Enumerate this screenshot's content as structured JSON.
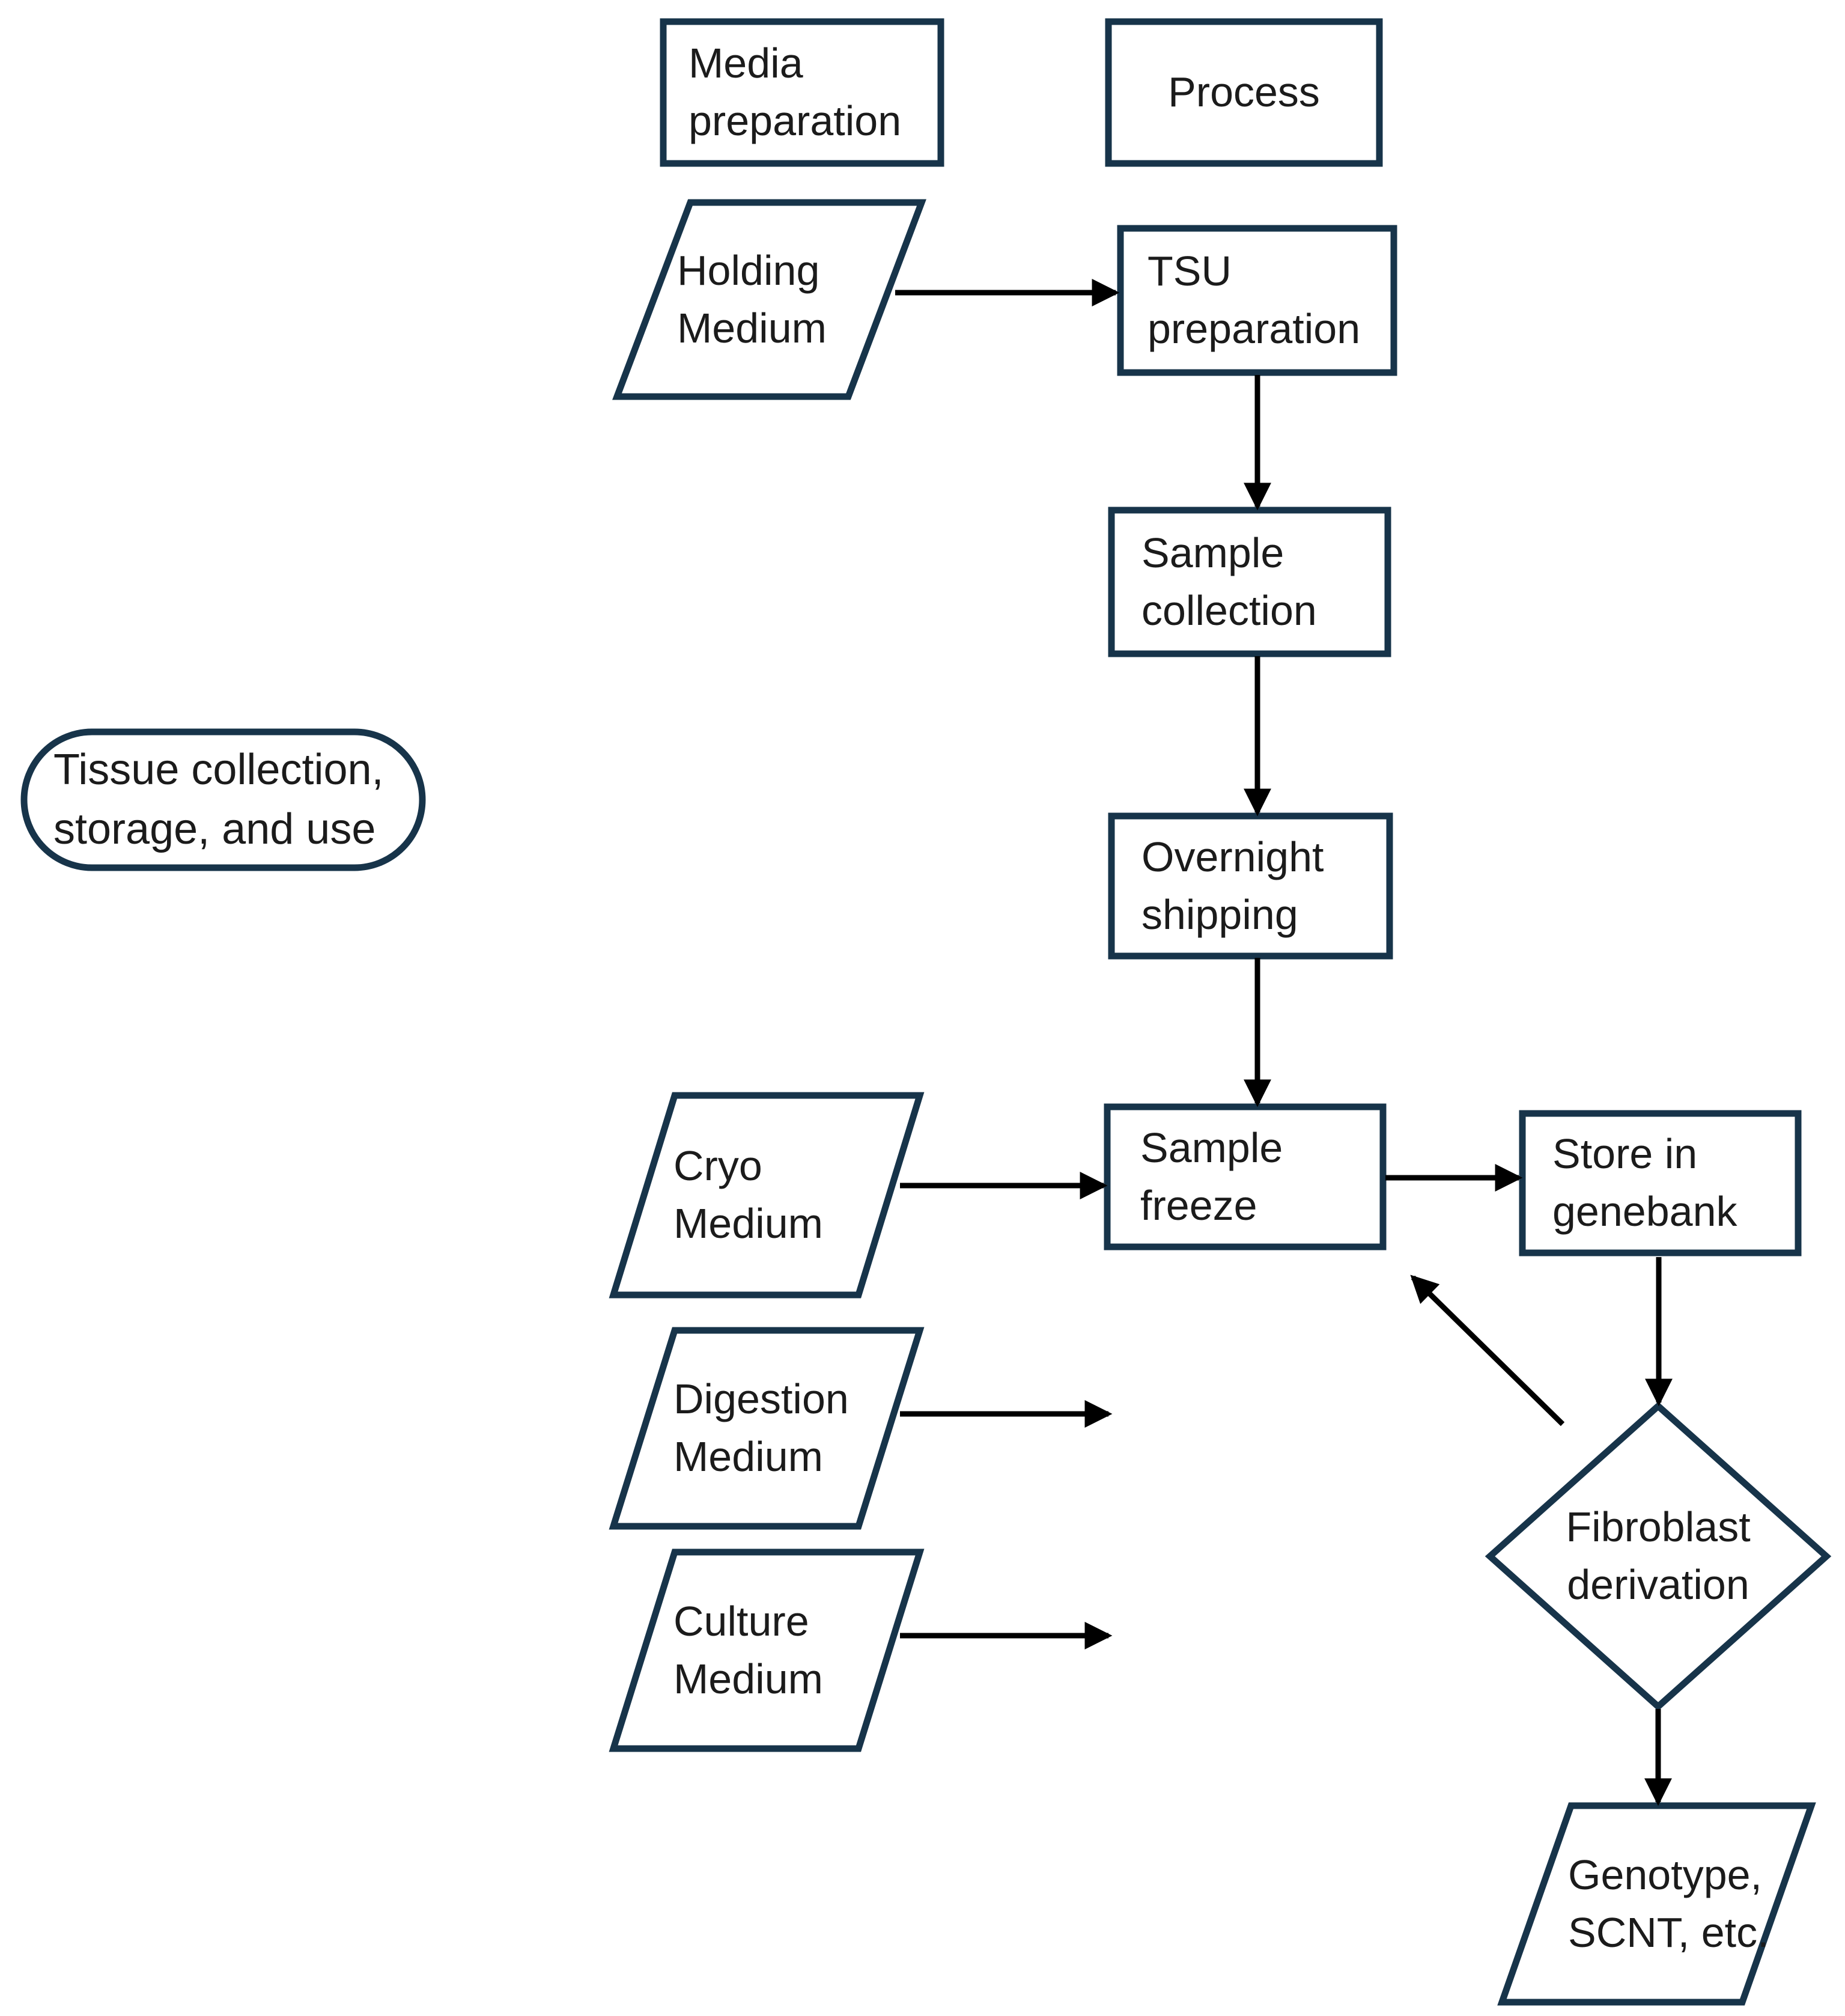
{
  "diagram": {
    "title": "Tissue collection, storage, and use flowchart",
    "colors": {
      "background": "#ffffff",
      "shape_border": "#17344a",
      "text": "#1b1b1b",
      "arrow": "#000000"
    },
    "nodes": {
      "media_preparation": {
        "type": "rectangle",
        "lines": [
          "Media",
          "preparation"
        ]
      },
      "process": {
        "type": "rectangle",
        "lines": [
          "Process"
        ]
      },
      "holding_medium": {
        "type": "parallelogram",
        "lines": [
          "Holding",
          "Medium"
        ]
      },
      "tsu_preparation": {
        "type": "rectangle",
        "lines": [
          "TSU",
          "preparation"
        ]
      },
      "sample_collection": {
        "type": "rectangle",
        "lines": [
          "Sample",
          "collection"
        ]
      },
      "overnight_shipping": {
        "type": "rectangle",
        "lines": [
          "Overnight",
          "shipping"
        ]
      },
      "tissue_stadium": {
        "type": "stadium",
        "lines": [
          "Tissue collection,",
          "storage, and use"
        ]
      },
      "cryo_medium": {
        "type": "parallelogram",
        "lines": [
          "Cryo",
          "Medium"
        ]
      },
      "sample_freeze": {
        "type": "rectangle",
        "lines": [
          "Sample",
          "freeze"
        ]
      },
      "store_in_genebank": {
        "type": "rectangle",
        "lines": [
          "Store in",
          "genebank"
        ]
      },
      "fibroblast_derivation": {
        "type": "diamond",
        "lines": [
          "Fibroblast",
          "derivation"
        ]
      },
      "digestion_medium": {
        "type": "parallelogram",
        "lines": [
          "Digestion",
          "Medium"
        ]
      },
      "culture_medium": {
        "type": "parallelogram",
        "lines": [
          "Culture",
          "Medium"
        ]
      },
      "genotype_scnt": {
        "type": "parallelogram",
        "lines": [
          "Genotype,",
          "SCNT, etc."
        ]
      }
    },
    "edges": [
      {
        "from": "holding_medium",
        "to": "tsu_preparation"
      },
      {
        "from": "tsu_preparation",
        "to": "sample_collection"
      },
      {
        "from": "sample_collection",
        "to": "overnight_shipping"
      },
      {
        "from": "overnight_shipping",
        "to": "sample_freeze"
      },
      {
        "from": "cryo_medium",
        "to": "sample_freeze"
      },
      {
        "from": "sample_freeze",
        "to": "store_in_genebank"
      },
      {
        "from": "store_in_genebank",
        "to": "fibroblast_derivation"
      },
      {
        "from": "fibroblast_derivation",
        "to": "sample_freeze"
      },
      {
        "from": "fibroblast_derivation",
        "to": "genotype_scnt"
      },
      {
        "from": "digestion_medium",
        "to": ""
      },
      {
        "from": "culture_medium",
        "to": ""
      }
    ]
  }
}
